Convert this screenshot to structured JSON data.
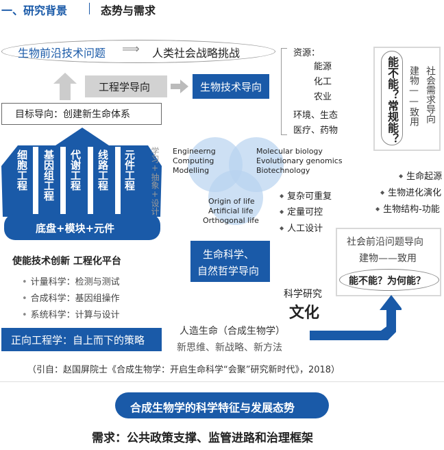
{
  "header": {
    "section": "一、研究背景",
    "subtitle": "态势与需求"
  },
  "top_oval": {
    "left": "生物前沿技术问题",
    "right": "人类社会战略挑战"
  },
  "resources": {
    "title": "资源：",
    "items": [
      "能源",
      "化工",
      "农业"
    ],
    "extra1": "环境、生态",
    "extra2": "医疗、药物"
  },
  "guide": {
    "engineering": "工程学导向",
    "biotech": "生物技术导向"
  },
  "right_box": {
    "main": "能不能？常规能？",
    "col2": "建物——致用",
    "col3": "社会需求导向"
  },
  "goal_bar": "目标导向：创建新生命体系",
  "pillars": [
    "细胞工程",
    "基因组工程",
    "代谢工程",
    "线路工程",
    "元件工程"
  ],
  "pillar_base": "底盘+模块+元件",
  "side_vertical": "学习+抽象+设计",
  "venn": {
    "left": [
      "Engineerng",
      "Computing",
      "Modelling"
    ],
    "right": [
      "Molecular biology",
      "Evolutionary genomics",
      "Biotechnology"
    ],
    "bottom": [
      "Origin of life",
      "Artificial life",
      "Orthogonal life"
    ]
  },
  "venn_bullets": [
    "复杂可重复",
    "定量可控",
    "人工设计"
  ],
  "right_bullets": [
    "生命起源",
    "生物进化演化",
    "生物结构-功能"
  ],
  "enabling": {
    "title": "使能技术创新   工程化平台",
    "items": [
      "计量科学：检测与测试",
      "合成科学：基因组操作",
      "系统科学：计算与设计"
    ]
  },
  "life_science": {
    "line1": "生命科学、",
    "line2": "自然哲学导向"
  },
  "social_box": {
    "line1": "社会前沿问题导向",
    "line2": "建物——致用",
    "oval": "能不能？为何能？"
  },
  "culture": {
    "small": "科学研究",
    "big": "文化"
  },
  "forward_bar": "正向工程学：自上而下的策略",
  "artificial_life": {
    "line1": "人造生命（合成生物学）",
    "line2": "新思维、新战略、新方法"
  },
  "citation": "（引自：赵国屏院士《合成生物学：开启生命科学“会聚”研究新时代》，2018）",
  "footer": {
    "pill": "合成生物学的科学特征与发展态势",
    "demand": "需求：公共政策支撑、监管进路和治理框架"
  },
  "colors": {
    "blue": "#1a5aa8",
    "light_blue": "#b8d3ef",
    "gray": "#cccccc"
  }
}
